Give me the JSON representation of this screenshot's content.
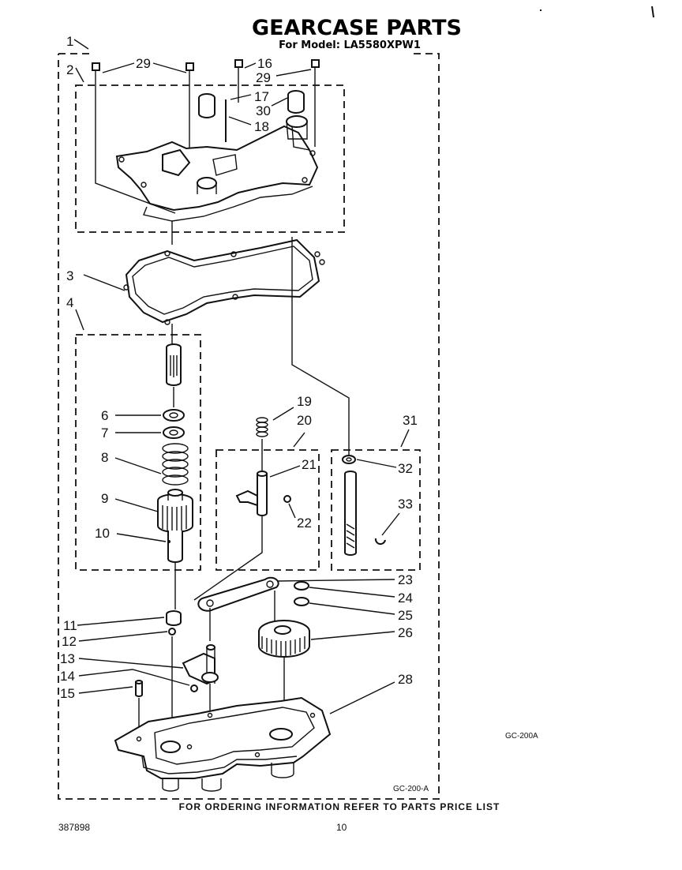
{
  "header": {
    "title": "GEARCASE PARTS",
    "model_line": "For Model: LA5580XPW1"
  },
  "callouts": {
    "c1": "1",
    "c2": "2",
    "c3": "3",
    "c4": "4",
    "c6": "6",
    "c7": "7",
    "c8": "8",
    "c9": "9",
    "c10": "10",
    "c11": "11",
    "c12": "12",
    "c13": "13",
    "c14": "14",
    "c15": "15",
    "c16": "16",
    "c17": "17",
    "c18": "18",
    "c19": "19",
    "c20": "20",
    "c21": "21",
    "c22": "22",
    "c23": "23",
    "c24": "24",
    "c25": "25",
    "c26": "26",
    "c28": "28",
    "c29a": "29",
    "c29b": "29",
    "c30": "30",
    "c31": "31",
    "c32": "32",
    "c33": "33"
  },
  "codes": {
    "side_code": "GC-200A",
    "frame_code": "GC-200-A"
  },
  "footer": {
    "notice": "FOR ORDERING INFORMATION REFER TO PARTS PRICE LIST",
    "doc_number": "387898",
    "page_number": "10"
  }
}
